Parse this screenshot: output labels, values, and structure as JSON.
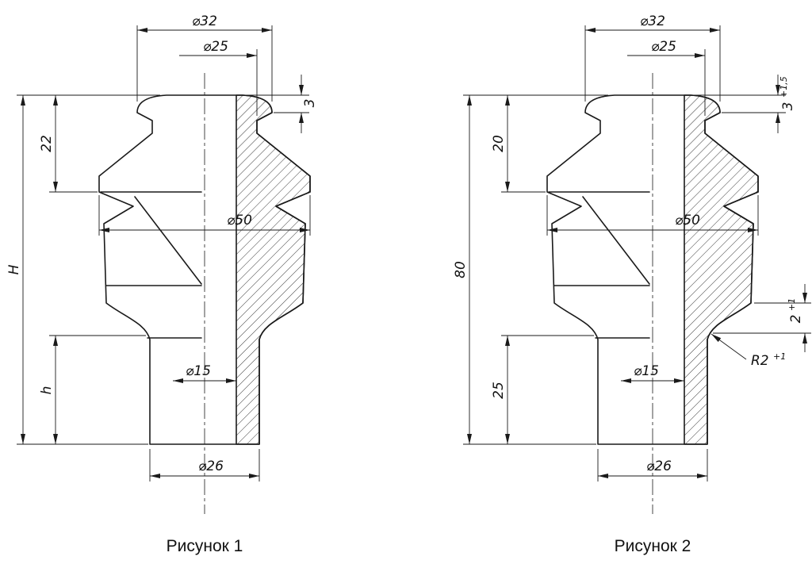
{
  "figures": [
    {
      "caption": "Рисунок 1",
      "dims": {
        "d32": "⌀32",
        "d25": "⌀25",
        "lip": "3",
        "upper": "22",
        "total": "H",
        "d50": "⌀50",
        "stem": "h",
        "d15": "⌀15",
        "d26": "⌀26"
      }
    },
    {
      "caption": "Рисунок 2",
      "dims": {
        "d32": "⌀32",
        "d25": "⌀25",
        "lip": "3",
        "lip_tol": "+1,5",
        "upper": "20",
        "total": "80",
        "d50": "⌀50",
        "stem": "25",
        "d15": "⌀15",
        "d26": "⌀26",
        "radius": "R2",
        "radius_tol": "+1",
        "groove": "2",
        "groove_tol": "+1"
      }
    }
  ]
}
